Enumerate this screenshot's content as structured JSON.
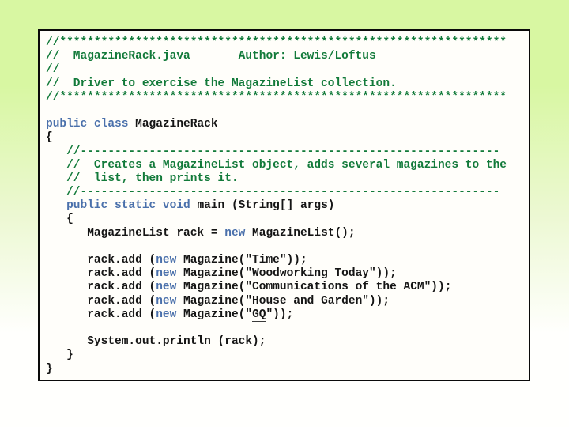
{
  "colors": {
    "bg-top": "#d8f7a2",
    "bg-mid": "#ecf8d2",
    "bg-bottom": "#fffffd",
    "box-bg": "#fffefa",
    "box-border": "#0a0a0a",
    "comment": "#127a3a",
    "keyword": "#4a70ab",
    "plain": "#151515"
  },
  "code": {
    "filename": "MagazineRack.java",
    "author": "Lewis/Loftus",
    "description": "Driver to exercise the MagazineList collection.",
    "lines": [
      [
        {
          "t": "//*****************************************************************",
          "c": "c"
        }
      ],
      [
        {
          "t": "//  MagazineRack.java       Author: Lewis/Loftus",
          "c": "c"
        }
      ],
      [
        {
          "t": "//",
          "c": "c"
        }
      ],
      [
        {
          "t": "//  Driver to exercise the MagazineList collection.",
          "c": "c"
        }
      ],
      [
        {
          "t": "//*****************************************************************",
          "c": "c"
        }
      ],
      [],
      [
        {
          "t": "public",
          "c": "k"
        },
        {
          "t": " ",
          "c": "p"
        },
        {
          "t": "class",
          "c": "k"
        },
        {
          "t": " MagazineRack",
          "c": "p"
        }
      ],
      [
        {
          "t": "{",
          "c": "p"
        }
      ],
      [
        {
          "t": "   ",
          "c": "p"
        },
        {
          "t": "//-------------------------------------------------------------",
          "c": "c"
        }
      ],
      [
        {
          "t": "   ",
          "c": "p"
        },
        {
          "t": "//  Creates a MagazineList object, adds several magazines to the",
          "c": "c"
        }
      ],
      [
        {
          "t": "   ",
          "c": "p"
        },
        {
          "t": "//  list, then prints it.",
          "c": "c"
        }
      ],
      [
        {
          "t": "   ",
          "c": "p"
        },
        {
          "t": "//-------------------------------------------------------------",
          "c": "c"
        }
      ],
      [
        {
          "t": "   ",
          "c": "p"
        },
        {
          "t": "public static void",
          "c": "k"
        },
        {
          "t": " main (String[] args)",
          "c": "p"
        }
      ],
      [
        {
          "t": "   {",
          "c": "p"
        }
      ],
      [
        {
          "t": "      MagazineList rack = ",
          "c": "p"
        },
        {
          "t": "new",
          "c": "k"
        },
        {
          "t": " MagazineList();",
          "c": "p"
        }
      ],
      [],
      [
        {
          "t": "      rack.add (",
          "c": "p"
        },
        {
          "t": "new",
          "c": "k"
        },
        {
          "t": " Magazine(\"Time\"));",
          "c": "p"
        }
      ],
      [
        {
          "t": "      rack.add (",
          "c": "p"
        },
        {
          "t": "new",
          "c": "k"
        },
        {
          "t": " Magazine(\"Woodworking Today\"));",
          "c": "p"
        }
      ],
      [
        {
          "t": "      rack.add (",
          "c": "p"
        },
        {
          "t": "new",
          "c": "k"
        },
        {
          "t": " Magazine(\"Communications of the ACM\"));",
          "c": "p"
        }
      ],
      [
        {
          "t": "      rack.add (",
          "c": "p"
        },
        {
          "t": "new",
          "c": "k"
        },
        {
          "t": " Magazine(\"House and Garden\"));",
          "c": "p"
        }
      ],
      [
        {
          "t": "      rack.add (",
          "c": "p"
        },
        {
          "t": "new",
          "c": "k"
        },
        {
          "t": " Magazine(\"",
          "c": "p"
        },
        {
          "t": "GQ",
          "c": "p",
          "u": true
        },
        {
          "t": "\"));",
          "c": "p"
        }
      ],
      [],
      [
        {
          "t": "      System.out.println (rack);",
          "c": "p"
        }
      ],
      [
        {
          "t": "   }",
          "c": "p"
        }
      ],
      [
        {
          "t": "}",
          "c": "p"
        }
      ]
    ]
  }
}
